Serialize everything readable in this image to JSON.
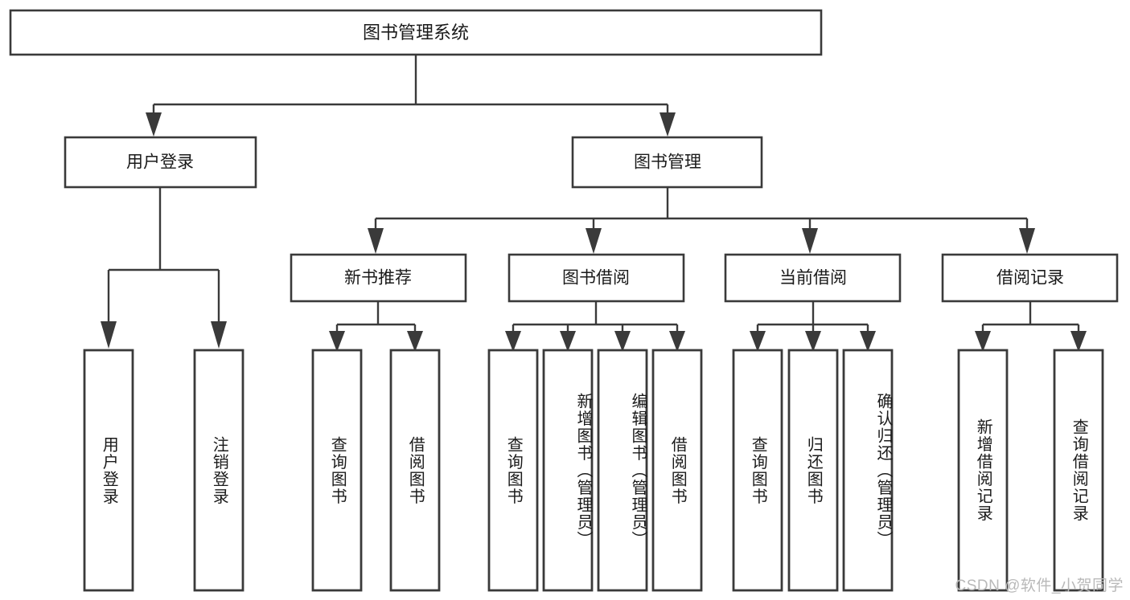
{
  "diagram": {
    "type": "tree-hierarchy",
    "title": "图书管理系统",
    "orientation": "top-down",
    "colors": {
      "box_stroke": "#3a3a3a",
      "box_fill": "#ffffff",
      "connector": "#3a3a3a",
      "text": "#1a1a1a",
      "background": "#ffffff",
      "watermark": "#b9b9b9"
    },
    "root": {
      "label": "图书管理系统"
    },
    "level2": [
      {
        "label": "用户登录"
      },
      {
        "label": "图书管理"
      }
    ],
    "level3": [
      {
        "label": "新书推荐"
      },
      {
        "label": "图书借阅"
      },
      {
        "label": "当前借阅"
      },
      {
        "label": "借阅记录"
      }
    ],
    "leaves": {
      "user_login": [
        {
          "label": "用户登录"
        },
        {
          "label": "注销登录"
        }
      ],
      "new_book_recommend": [
        {
          "label": "查询图书"
        },
        {
          "label": "借阅图书"
        }
      ],
      "book_borrow": [
        {
          "label": "查询图书"
        },
        {
          "label": "新增图书（管理员）"
        },
        {
          "label": "编辑图书（管理员）"
        },
        {
          "label": "借阅图书"
        }
      ],
      "current_borrow": [
        {
          "label": "查询图书"
        },
        {
          "label": "归还图书"
        },
        {
          "label": "确认归还（管理员）"
        }
      ],
      "borrow_record": [
        {
          "label": "新增借阅记录"
        },
        {
          "label": "查询借阅记录"
        }
      ]
    }
  },
  "watermark": {
    "text": "CSDN @软件_小贺同学"
  }
}
